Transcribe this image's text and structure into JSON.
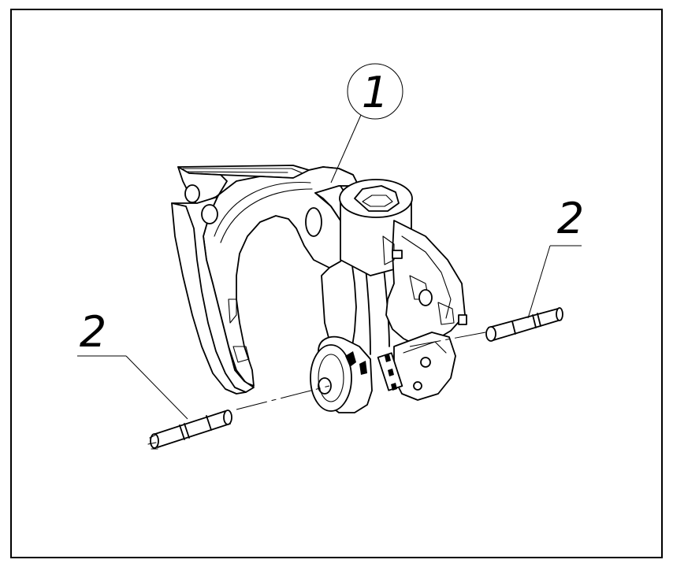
{
  "callouts": {
    "part_1": {
      "label": "1"
    },
    "part_2_left": {
      "label": "2"
    },
    "part_2_right": {
      "label": "2"
    }
  },
  "style": {
    "line_color": "#000000",
    "background": "#ffffff"
  }
}
